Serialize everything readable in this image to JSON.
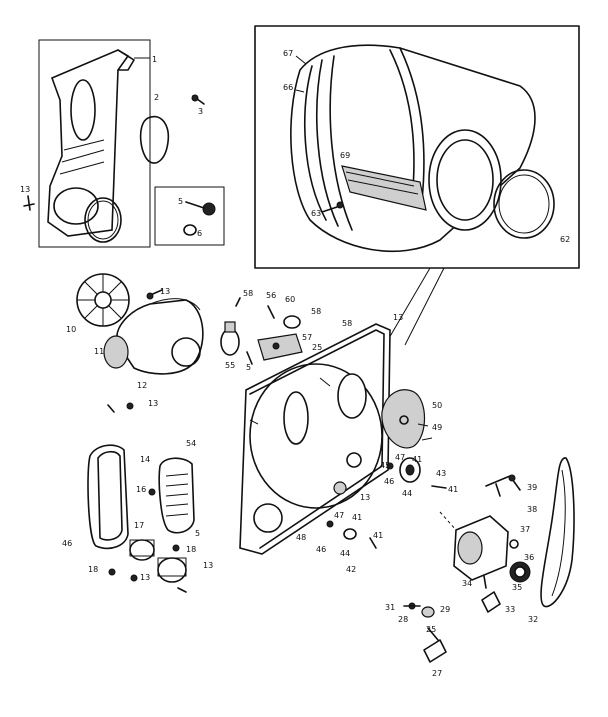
{
  "callouts": {
    "c1": "1",
    "c2": "2",
    "c3": "3",
    "c5": "5",
    "c6": "6",
    "c10": "10",
    "c11": "11",
    "c12": "12",
    "c13a": "13",
    "c13b": "13",
    "c13c": "13",
    "c13d": "13",
    "c13e": "13",
    "c13f": "13",
    "c13g": "13",
    "c14": "14",
    "c16": "16",
    "c17": "17",
    "c18a": "18",
    "c18b": "18",
    "c25a": "25",
    "c25b": "25",
    "c27": "27",
    "c28": "28",
    "c29": "29",
    "c31": "31",
    "c32": "32",
    "c33": "33",
    "c34": "34",
    "c35": "35",
    "c36": "36",
    "c37": "37",
    "c38": "38",
    "c39": "39",
    "c41a": "41",
    "c41b": "41",
    "c41c": "41",
    "c42": "42",
    "c43": "43",
    "c44": "44",
    "c45": "45",
    "c46a": "46",
    "c46b": "46",
    "c47a": "47",
    "c47b": "47",
    "c48": "48",
    "c49": "49",
    "c50": "50",
    "c54": "54",
    "c55": "55",
    "c56": "56",
    "c57": "57",
    "c58a": "58",
    "c58b": "58",
    "c60": "60",
    "c62": "62",
    "c63": "63",
    "c66": "66",
    "c67": "67",
    "c69": "69",
    "c5b": "5"
  }
}
